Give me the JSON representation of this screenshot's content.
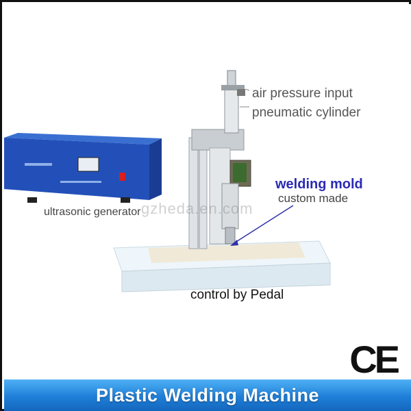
{
  "labels": {
    "air_pressure": "air pressure input",
    "pneumatic": "pneumatic cylinder",
    "welding_mold": "welding mold",
    "custom_made": "custom made",
    "generator": "ultrasonic generator",
    "pedal": "control by Pedal"
  },
  "watermark": "gzheda.en.com",
  "certification": "CE",
  "banner": {
    "title": "Plastic Welding Machine"
  },
  "colors": {
    "banner": "#1f7fd8",
    "accent_text": "#2a2ab5",
    "generator": "#2350b8"
  }
}
